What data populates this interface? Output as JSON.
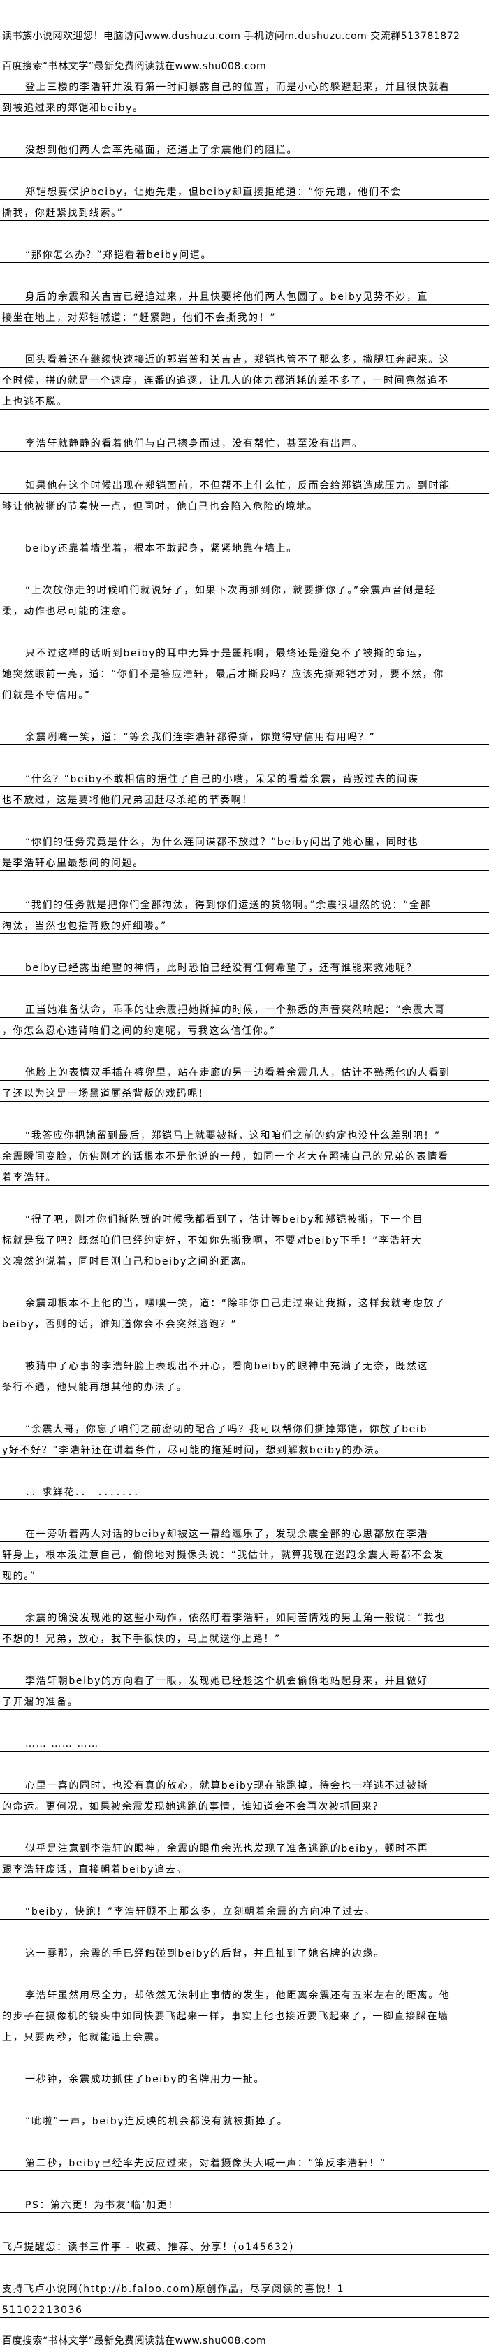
{
  "header": {
    "line1": "读书族小说网欢迎您！电脑访问www.dushuzu.com 手机访问m.dushuzu.com 交流群513781872",
    "line2": "百度搜索“书林文学”最新免费阅读就在www.shu008.com"
  },
  "paragraphs": [
    {
      "indent": true,
      "lines": [
        "登上三楼的李浩轩并没有第一时间暴露自己的位置，而是小心的躲避起来，并且很快就看",
        "到被追过来的郑铠和beiby。"
      ]
    },
    {
      "indent": true,
      "lines": [
        "没想到他们两人会率先碰面，还遇上了余震他们的阻拦。"
      ]
    },
    {
      "indent": true,
      "lines": [
        "郑铠想要保护beiby，让她先走，但beiby却直接拒绝道：“你先跑，他们不会",
        "撕我，你赶紧找到线索。”"
      ]
    },
    {
      "indent": true,
      "lines": [
        "“那你怎么办？”郑铠看着beiby问道。"
      ]
    },
    {
      "indent": true,
      "lines": [
        "身后的余震和关吉吉已经追过来，并且快要将他们两人包圆了。beiby见势不妙，直",
        "接坐在地上，对郑铠喊道：“赶紧跑，他们不会撕我的！”"
      ]
    },
    {
      "indent": true,
      "lines": [
        "回头看着还在继续快速接近的郭岩普和关吉吉，郑铠也管不了那么多，撒腿狂奔起来。这",
        "个时候，拼的就是一个速度，连番的追逐，让几人的体力都消耗的差不多了，一时间竟然追不",
        "上也逃不脱。"
      ]
    },
    {
      "indent": true,
      "lines": [
        "李浩轩就静静的看着他们与自己擦身而过，没有帮忙，甚至没有出声。"
      ]
    },
    {
      "indent": true,
      "lines": [
        "如果他在这个时候出现在郑铠面前，不但帮不上什么忙，反而会给郑铠造成压力。到时能",
        "够让他被撕的节奏快一点，但同时，他自己也会陷入危险的境地。"
      ]
    },
    {
      "indent": true,
      "lines": [
        "beiby还靠着墙坐着，根本不敢起身，紧紧地靠在墙上。"
      ]
    },
    {
      "indent": true,
      "lines": [
        "“上次放你走的时候咱们就说好了，如果下次再抓到你，就要撕你了。”余震声音倒是轻",
        "柔，动作也尽可能的注意。"
      ]
    },
    {
      "indent": true,
      "lines": [
        "只不过这样的话听到beiby的耳中无异于是噩耗啊，最终还是避免不了被撕的命运，",
        "她突然眼前一亮，道：“你们不是答应浩轩，最后才撕我吗？应该先撕郑铠才对，要不然，你",
        "们就是不守信用。”"
      ]
    },
    {
      "indent": true,
      "lines": [
        "余震咧嘴一笑，道：“等会我们连李浩轩都得撕，你觉得守信用有用吗？”"
      ]
    },
    {
      "indent": true,
      "lines": [
        "“什么？”beiby不敢相信的捂住了自己的小嘴，呆呆的看着余震，背叛过去的间谍",
        "也不放过，这是要将他们兄弟团赶尽杀绝的节奏啊！"
      ]
    },
    {
      "indent": true,
      "lines": [
        "“你们的任务究竟是什么，为什么连间谍都不放过？”beiby问出了她心里，同时也",
        "是李浩轩心里最想问的问题。"
      ]
    },
    {
      "indent": true,
      "lines": [
        "“我们的任务就是把你们全部淘汰，得到你们运送的货物啊。”余震很坦然的说：“全部",
        "淘汰，当然也包括背叛的奸细喽。”"
      ]
    },
    {
      "indent": true,
      "lines": [
        "beiby已经露出绝望的神情，此时恐怕已经没有任何希望了，还有谁能来救她呢？"
      ]
    },
    {
      "indent": true,
      "lines": [
        "正当她准备认命，乖乖的让余震把她撕掉的时候，一个熟悉的声音突然响起：“余震大哥",
        "，你怎么忍心违背咱们之间的约定呢，亏我这么信任你。”"
      ]
    },
    {
      "indent": true,
      "lines": [
        "他脸上的表情双手插在裤兜里，站在走廊的另一边看着余震几人，估计不熟悉他的人看到",
        "了还以为这是一场黑道厮杀背叛的戏码呢！"
      ]
    },
    {
      "indent": true,
      "lines": [
        "“我答应你把她留到最后，郑铠马上就要被撕，这和咱们之前的约定也没什么差别吧！”",
        "余震瞬间变脸，仿佛刚才的话根本不是他说的一般，如同一个老大在照拂自己的兄弟的表情看",
        "着李浩轩。"
      ]
    },
    {
      "indent": true,
      "lines": [
        "“得了吧，刚才你们撕陈贺的时候我都看到了，估计等beiby和郑铠被撕，下一个目",
        "标就是我了吧？既然咱们已经约定好，不如你先撕我啊，不要对beiby下手！”李浩轩大",
        "义凛然的说着，同时目测自己和beiby之间的距离。"
      ]
    },
    {
      "indent": true,
      "lines": [
        "余震却根本不上他的当，嘿嘿一笑，道：“除非你自己走过来让我撕，这样我就考虑放了",
        "beiby，否则的话，谁知道你会不会突然逃跑？”"
      ]
    },
    {
      "indent": true,
      "lines": [
        "被猜中了心事的李浩轩脸上表现出不开心，看向beiby的眼神中充满了无奈，既然这",
        "条行不通，他只能再想其他的办法了。"
      ]
    },
    {
      "indent": true,
      "lines": [
        "“余震大哥，你忘了咱们之前密切的配合了吗？我可以帮你们撕掉郑铠，你放了beib",
        "y好不好？”李浩轩还在讲着条件，尽可能的拖延时间，想到解救beiby的办法。"
      ]
    },
    {
      "indent": true,
      "lines": [
        "．．求鲜花．．　．．．．．．．"
      ]
    },
    {
      "indent": true,
      "lines": [
        "在一旁听着两人对话的beiby却被这一幕给逗乐了，发现余震全部的心思都放在李浩",
        "轩身上，根本没注意自己，偷偷地对摄像头说：“我估计，就算我现在逃跑余震大哥都不会发",
        "现的。”"
      ]
    },
    {
      "indent": true,
      "lines": [
        "余震的确没发现她的这些小动作，依然盯着李浩轩，如同苦情戏的男主角一般说：“我也",
        "不想的！兄弟，放心，我下手很快的，马上就送你上路！”"
      ]
    },
    {
      "indent": true,
      "lines": [
        "李浩轩朝beiby的方向看了一眼，发现她已经趁这个机会偷偷地站起身来，并且做好",
        "了开溜的准备。"
      ]
    },
    {
      "indent": true,
      "lines": [
        "…… …… ……"
      ]
    },
    {
      "indent": true,
      "lines": [
        "心里一喜的同时，也没有真的放心，就算beiby现在能跑掉，待会也一样逃不过被撕",
        "的命运。更何况，如果被余震发现她逃跑的事情，谁知道会不会再次被抓回来？"
      ]
    },
    {
      "indent": true,
      "lines": [
        "似乎是注意到李浩轩的眼神，余震的眼角余光也发现了准备逃跑的beiby，顿时不再",
        "跟李浩轩废话，直接朝着beiby追去。"
      ]
    },
    {
      "indent": true,
      "lines": [
        "“beiby，快跑！”李浩轩顾不上那么多，立刻朝着余震的方向冲了过去。"
      ]
    },
    {
      "indent": true,
      "lines": [
        "这一霎那，余震的手已经触碰到beiby的后背，并且扯到了她名牌的边缘。"
      ]
    },
    {
      "indent": true,
      "lines": [
        "李浩轩虽然用尽全力，却依然无法制止事情的发生，他距离余震还有五米左右的距离。他",
        "的步子在摄像机的镜头中如同快要飞起来一样，事实上他也接近要飞起来了，一脚直接踩在墙",
        "上，只要两秒，他就能追上余震。"
      ]
    },
    {
      "indent": true,
      "lines": [
        "一秒钟，余震成功抓住了beiby的名牌用力一扯。"
      ]
    },
    {
      "indent": true,
      "lines": [
        "“呲啦”一声，beiby连反映的机会都没有就被撕掉了。"
      ]
    },
    {
      "indent": true,
      "lines": [
        "第二秒，beiby已经率先反应过来，对着摄像头大喊一声：“策反李浩轩！”"
      ]
    },
    {
      "indent": true,
      "lines": [
        "PS：第六更！为书友‘临’加更！"
      ]
    },
    {
      "indent": false,
      "lines": [
        "飞卢提醒您：读书三件事 - 收藏、推荐、分享！(o145632)"
      ]
    },
    {
      "indent": false,
      "lines": [
        "支持飞卢小说网(http://b.faloo.com)原创作品，尽享阅读的喜悦！1",
        "51102213036"
      ]
    }
  ],
  "footer": {
    "line": "百度搜索“书林文学”最新免费阅读就在www.shu008.com"
  }
}
